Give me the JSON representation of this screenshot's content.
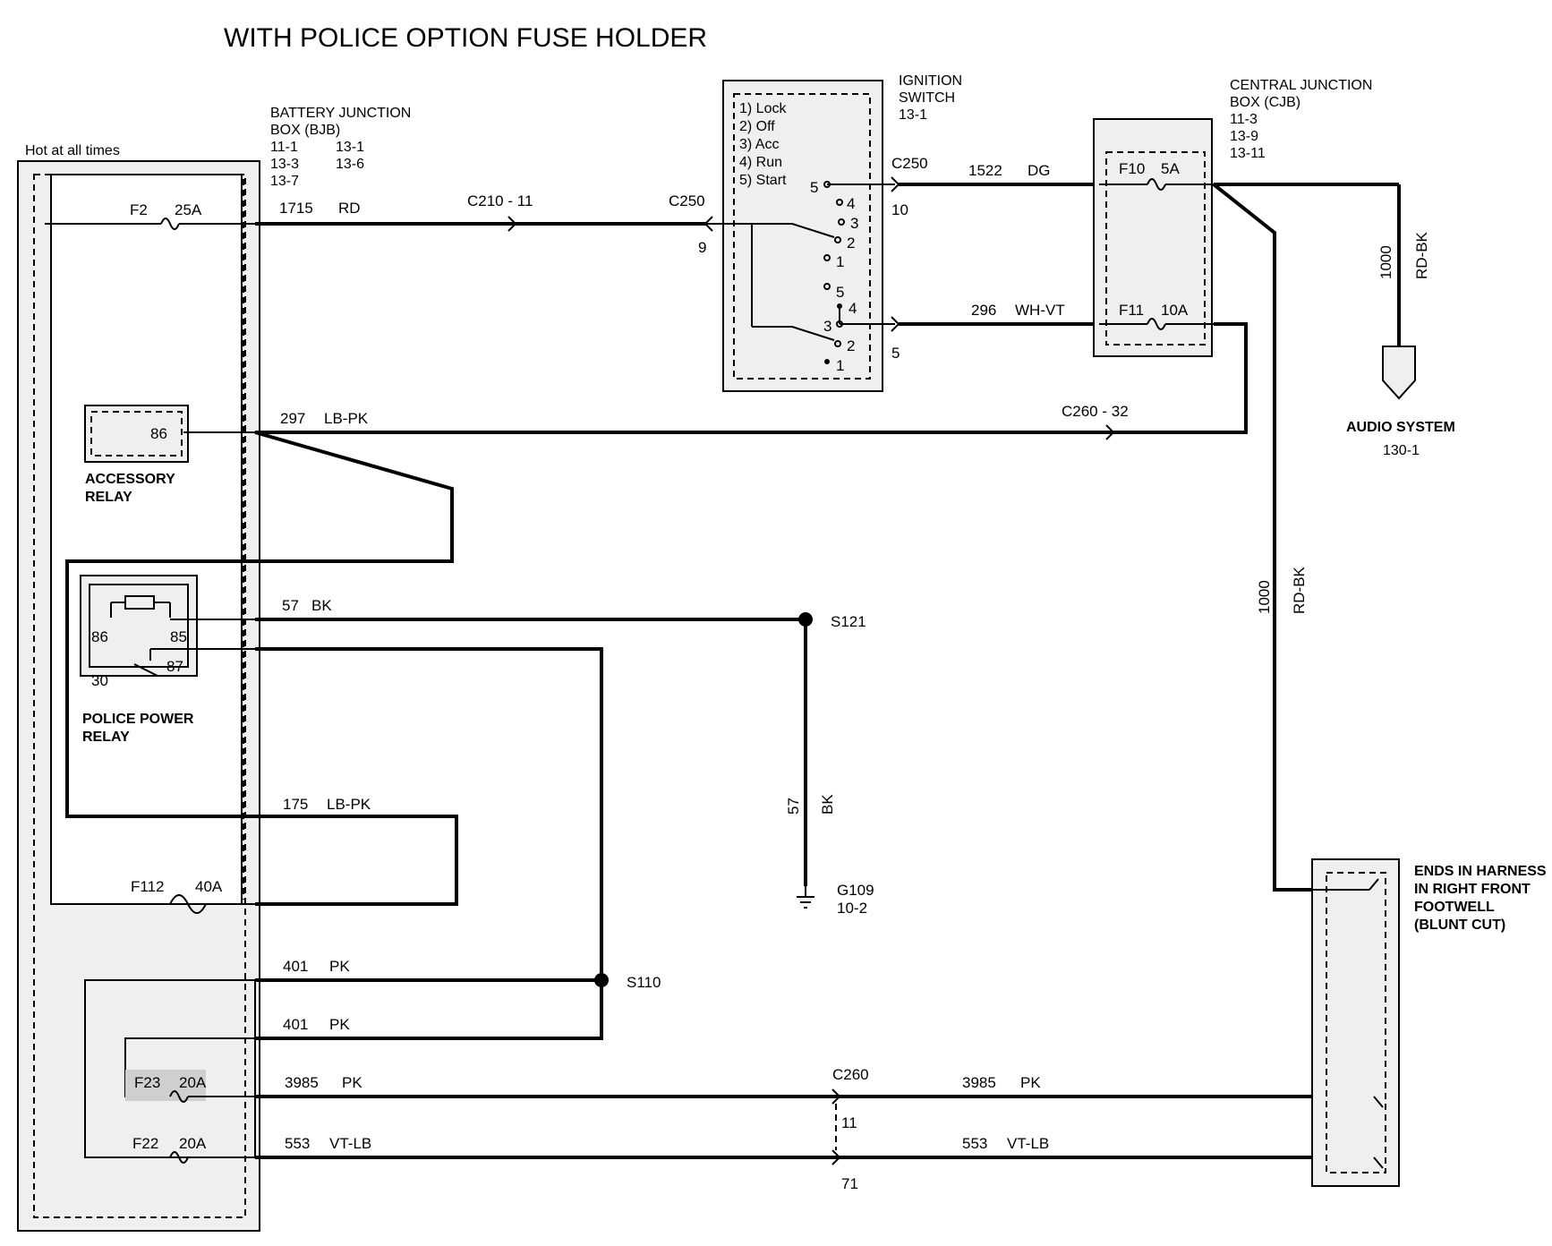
{
  "title": "WITH POLICE OPTION FUSE HOLDER",
  "hot_label": "Hot at all times",
  "bjb": {
    "line1": "BATTERY  JUNCTION",
    "line2": "BOX (BJB)",
    "r1a": "11-1",
    "r1b": "13-1",
    "r2a": "13-3",
    "r2b": "13-6",
    "r3a": "13-7"
  },
  "ignition": {
    "line1": "IGNITION",
    "line2": "SWITCH",
    "line3": "13-1",
    "pos1": "1) Lock",
    "pos2": "2) Off",
    "pos3": "3) Acc",
    "pos4": "4) Run",
    "pos5": "5) Start"
  },
  "cjb": {
    "line1": "CENTRAL  JUNCTION",
    "line2": "BOX (CJB)",
    "r1": "11-3",
    "r2": "13-9",
    "r3": "13-11"
  },
  "fuses": {
    "f2": "F2",
    "f2a": "25A",
    "f10": "F10",
    "f10a": "5A",
    "f11": "F11",
    "f11a": "10A",
    "f112": "F112",
    "f112a": "40A",
    "f23": "F23",
    "f23a": "20A",
    "f22": "F22",
    "f22a": "20A"
  },
  "relays": {
    "acc1": "ACCESSORY",
    "acc2": "RELAY",
    "acc_pin": "86",
    "pol1": "POLICE POWER",
    "pol2": "RELAY",
    "p86": "86",
    "p85": "85",
    "p87": "87",
    "p30": "30"
  },
  "switch_nums": {
    "s5a": "5",
    "s4a": "4",
    "s3a": "3",
    "s2a": "2",
    "s1a": "1",
    "s5b": "5",
    "s4b": "4",
    "s3b": "3",
    "s2b": "2",
    "s1b": "1"
  },
  "wires": [
    {
      "circuit": "1715",
      "color": "RD"
    },
    {
      "circuit": "1522",
      "color": "DG"
    },
    {
      "circuit": "296",
      "color": "WH-VT"
    },
    {
      "circuit": "297",
      "color": "LB-PK"
    },
    {
      "circuit": "57",
      "color": "BK"
    },
    {
      "circuit": "175",
      "color": "LB-PK"
    },
    {
      "circuit": "401",
      "color": "PK"
    },
    {
      "circuit": "401",
      "color": "PK"
    },
    {
      "circuit": "3985",
      "color": "PK"
    },
    {
      "circuit": "553",
      "color": "VT-LB"
    },
    {
      "circuit": "3985",
      "color": "PK"
    },
    {
      "circuit": "553",
      "color": "VT-LB"
    },
    {
      "circuit": "1000",
      "color": "RD-BK"
    },
    {
      "circuit": "1000",
      "color": "RD-BK"
    },
    {
      "circuit": "57",
      "color": "BK"
    }
  ],
  "connectors": {
    "c210": "C210  -  11",
    "c250a": "C250",
    "c250a_pin": "9",
    "c250b": "C250",
    "c250b_pin1": "10",
    "c250b_pin2": "5",
    "c260_32": "C260  -  32",
    "c260": "C260",
    "c260_p1": "11",
    "c260_p2": "71"
  },
  "splices": {
    "s121": "S121",
    "s110": "S110"
  },
  "ground": {
    "name": "G109",
    "ref": "10-2"
  },
  "audio": {
    "line1": "AUDIO SYSTEM",
    "line2": "130-1"
  },
  "harness_end": {
    "l1": "ENDS IN HARNESS",
    "l2": "IN RIGHT FRONT",
    "l3": "FOOTWELL",
    "l4": "(BLUNT CUT)"
  }
}
